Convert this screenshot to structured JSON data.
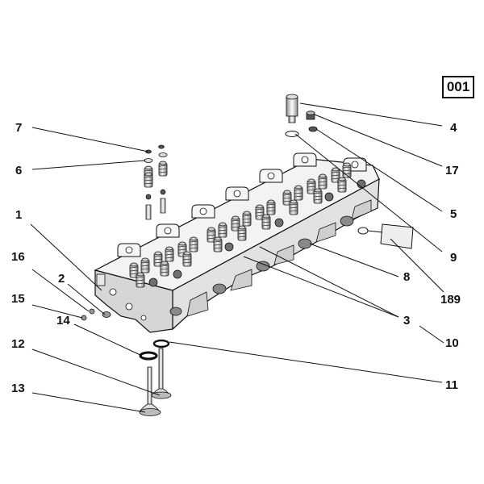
{
  "page_number": "001",
  "callouts": [
    "1",
    "2",
    "3",
    "4",
    "5",
    "6",
    "7",
    "8",
    "9",
    "10",
    "11",
    "12",
    "13",
    "14",
    "15",
    "16",
    "17",
    "189"
  ],
  "colors": {
    "line": "#111111",
    "part_fill": "#f4f4f4",
    "part_shade": "#bdbdbd",
    "part_dark": "#6f6f6f"
  }
}
